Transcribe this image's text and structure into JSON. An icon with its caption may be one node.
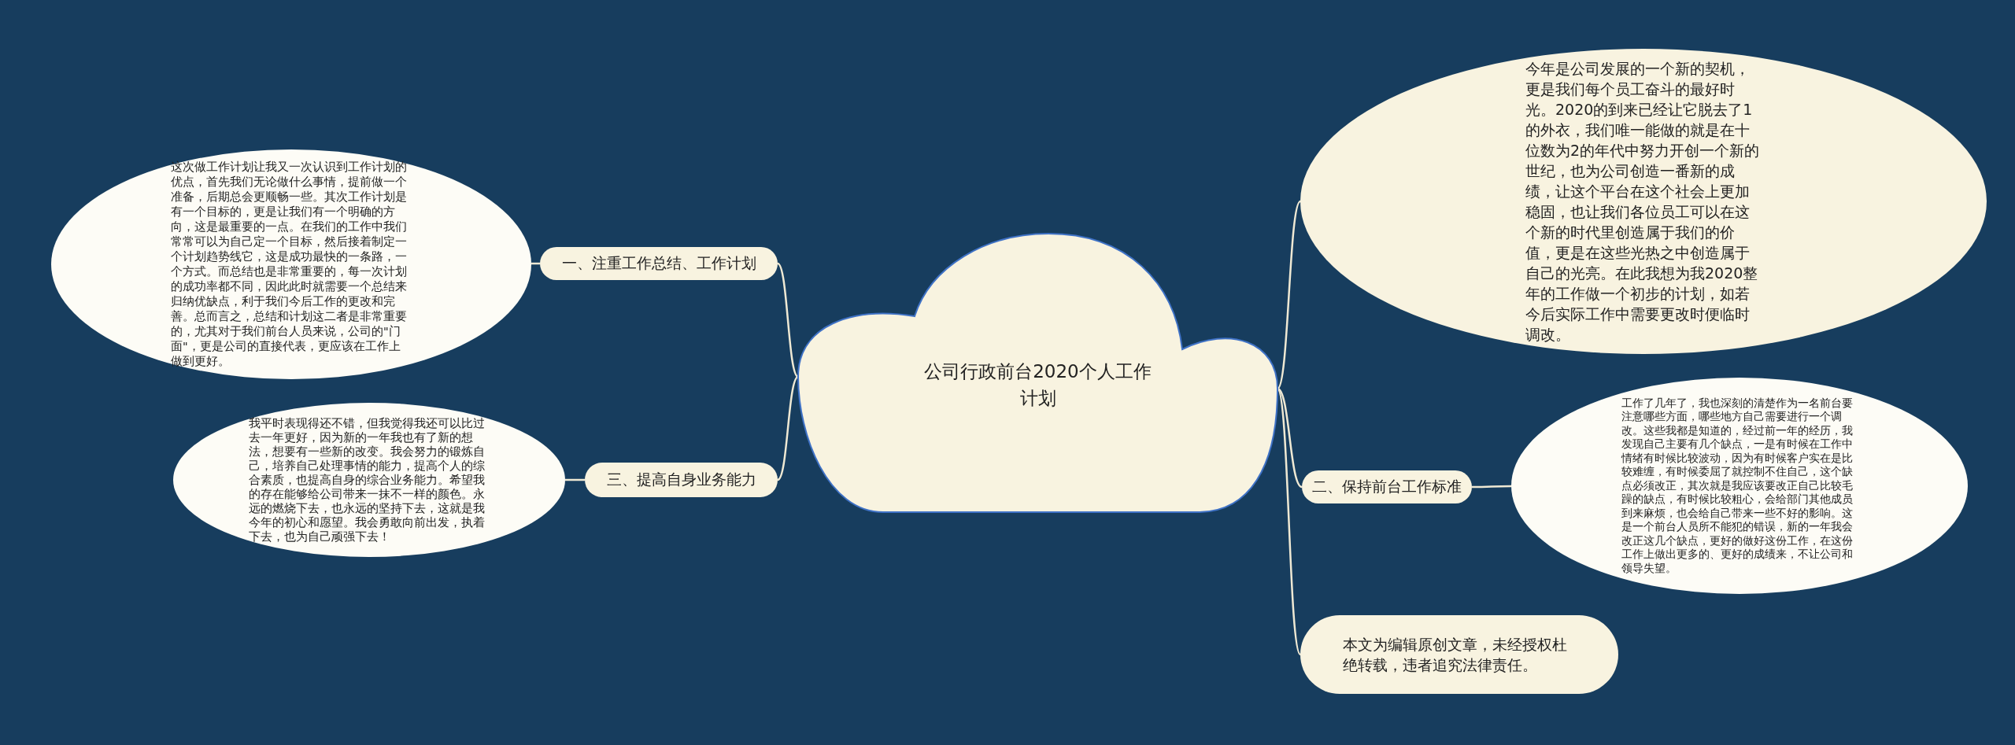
{
  "diagram": {
    "nodes": [
      {
        "text": [
          "公司行政前台2020个人工作计划"
        ]
      },
      {
        "text": [
          "一、注重工作总结、工作计划"
        ]
      },
      {
        "text": [
          "这次做工作计划让我又一次认识到工作计划的优点，首先我们无论做什么事情，提前做一个准备，后期总会更顺畅一些。其次工作计划是有一个目标的，更是让我们有一个明确的方向，这是最重要的一点。在我们的工作中我们常常可以为自己定一个目标，然后接着制定一个计划趋势线它，这是成功最快的一条路，一个方式。而总结也是非常重要的，每一次计划的成功率都不同，因此此时就需要一个总结来归纳优缺点，利于我们今后工作的更改和完善。总而言之，总结和计划这二者是非常重要的，尤其对于我们前台人员来说，公司的\"门面\"，更是公司的直接代表，更应该在工作上做到更好。"
        ]
      },
      {
        "text": [
          "三、提高自身业务能力"
        ]
      },
      {
        "text": [
          "我平时表现得还不错，但我觉得我还可以比过去一年更好，因为新的一年我也有了新的想法，想要有一些新的改变。我会努力的锻炼自己，培养自己处理事情的能力，提高个人的综合素质，也提高自身的综合业务能力。希望我的存在能够给公司带来一抹不一样的颜色。永远的燃烧下去，也永远的坚持下去，这就是我今年的初心和愿望。我会勇敢向前出发，执着下去，也为自己顽强下去！"
        ]
      },
      {
        "text": [
          "今年是公司发展的一个新的契机，更是我们每个员工奋斗的最好时光。2020的到来已经让它脱去了1的外衣，我们唯一能做的就是在十位数为2的年代中努力开创一个新的世纪，也为公司创造一番新的成绩，让这个平台在这个社会上更加稳固，也让我们各位员工可以在这个新的时代里创造属于我们的价值，更是在这些光热之中创造属于自己的光亮。在此我想为我2020整年的工作做一个初步的计划，如若今后实际工作中需要更改时便临时调改。"
        ]
      },
      {
        "text": [
          "二、保持前台工作标准"
        ]
      },
      {
        "text": [
          "工作了几年了，我也深刻的清楚作为一名前台要注意哪些方面，哪些地方自己需要进行一个调改。这些我都是知道的，经过前一年的经历，我发现自己主要有几个缺点，一是有时候在工作中情绪有时候比较波动，因为有时候客户实在是比较难缠，有时候委屈了就控制不住自己，这个缺点必须改正，其次就是我应该要改正自己比较毛躁的缺点，有时候比较粗心，会给部门其他成员到来麻烦，也会给自己带来一些不好的影响。这是一个前台人员所不能犯的错误，新的一年我会改正这几个缺点，更好的做好这份工作，在这份工作上做出更多的、更好的成绩来，不让公司和领导失望。"
        ]
      },
      {
        "text": [
          "本文为编辑原创文章，未经授权杜绝转载，违者追究法律责任。"
        ]
      }
    ],
    "edges": [
      {
        "from": 0,
        "to": 1,
        "arrow": "none"
      },
      {
        "from": 1,
        "to": 2,
        "arrow": "none"
      },
      {
        "from": 0,
        "to": 3,
        "arrow": "none"
      },
      {
        "from": 3,
        "to": 4,
        "arrow": "none"
      },
      {
        "from": 0,
        "to": 5,
        "arrow": "none"
      },
      {
        "from": 0,
        "to": 6,
        "arrow": "none"
      },
      {
        "from": 6,
        "to": 7,
        "arrow": "none"
      },
      {
        "from": 0,
        "to": 8,
        "arrow": "none"
      }
    ]
  }
}
